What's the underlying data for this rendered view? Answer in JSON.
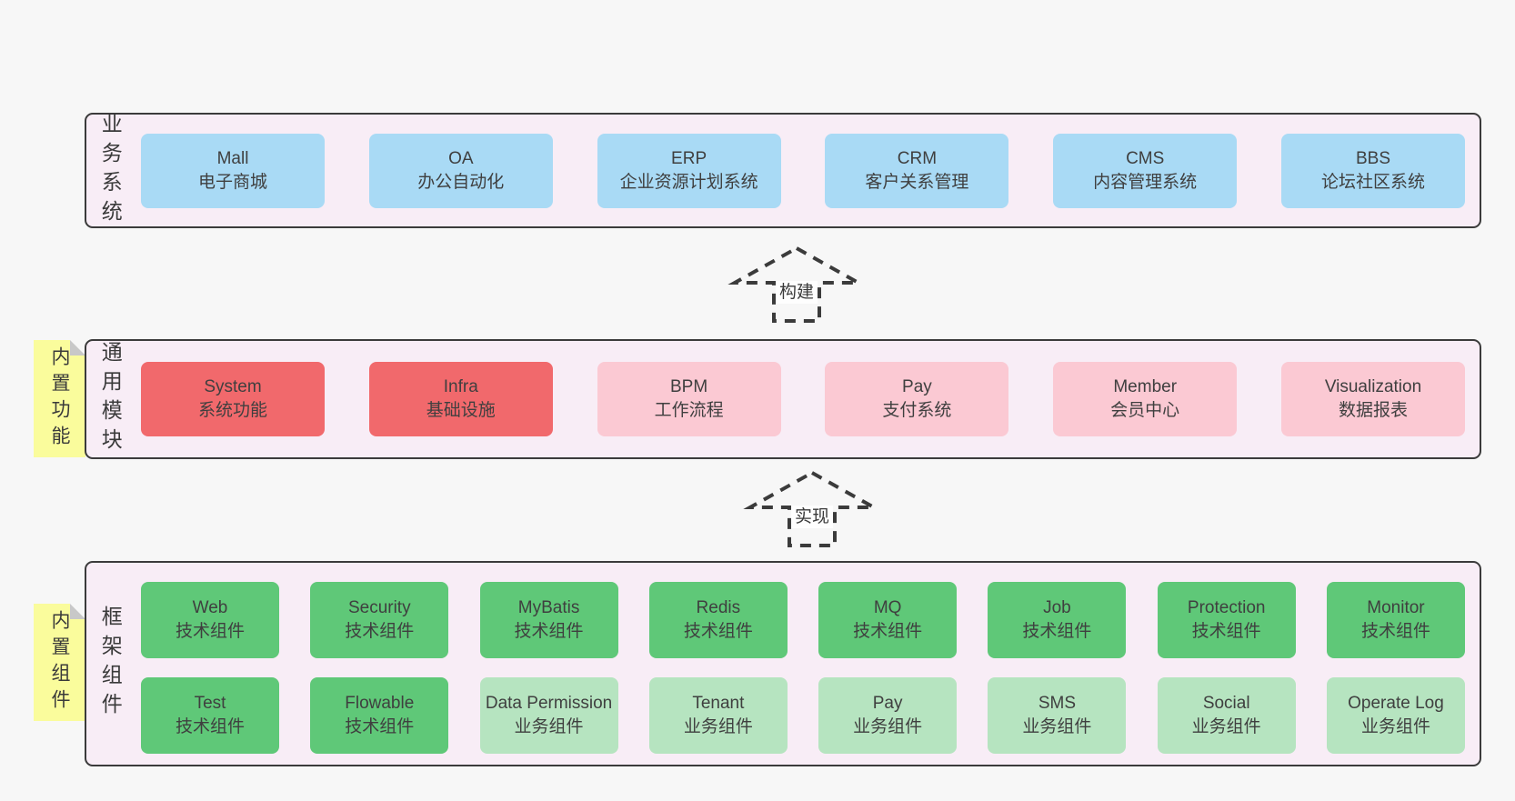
{
  "palette": {
    "page_bg": "#f7f7f7",
    "container_bg": "#f8edf6",
    "container_border": "#3b3b3b",
    "blue": "#a9daf5",
    "red": "#f1696c",
    "pink": "#fbc9d3",
    "green": "#5fc878",
    "lightgreen": "#b6e4c0",
    "note_yellow": "#fafc9c",
    "note_fold": "#c8c8c8",
    "text": "#3b3b3b"
  },
  "arrows": {
    "build": "构建",
    "implement": "实现"
  },
  "layers": {
    "business": {
      "side_label": "业务系统",
      "boxes": [
        {
          "name": "Mall",
          "desc": "电子商城",
          "color": "blue"
        },
        {
          "name": "OA",
          "desc": "办公自动化",
          "color": "blue"
        },
        {
          "name": "ERP",
          "desc": "企业资源计划系统",
          "color": "blue"
        },
        {
          "name": "CRM",
          "desc": "客户关系管理",
          "color": "blue"
        },
        {
          "name": "CMS",
          "desc": "内容管理系统",
          "color": "blue"
        },
        {
          "name": "BBS",
          "desc": "论坛社区系统",
          "color": "blue"
        }
      ]
    },
    "modules": {
      "side_label": "通用模块",
      "note": "内置功能",
      "boxes": [
        {
          "name": "System",
          "desc": "系统功能",
          "color": "red"
        },
        {
          "name": "Infra",
          "desc": "基础设施",
          "color": "red"
        },
        {
          "name": "BPM",
          "desc": "工作流程",
          "color": "pink"
        },
        {
          "name": "Pay",
          "desc": "支付系统",
          "color": "pink"
        },
        {
          "name": "Member",
          "desc": "会员中心",
          "color": "pink"
        },
        {
          "name": "Visualization",
          "desc": "数据报表",
          "color": "pink"
        }
      ]
    },
    "components": {
      "side_label": "框架组件",
      "note": "内置组件",
      "row1": [
        {
          "name": "Web",
          "desc": "技术组件",
          "color": "green"
        },
        {
          "name": "Security",
          "desc": "技术组件",
          "color": "green"
        },
        {
          "name": "MyBatis",
          "desc": "技术组件",
          "color": "green"
        },
        {
          "name": "Redis",
          "desc": "技术组件",
          "color": "green"
        },
        {
          "name": "MQ",
          "desc": "技术组件",
          "color": "green"
        },
        {
          "name": "Job",
          "desc": "技术组件",
          "color": "green"
        },
        {
          "name": "Protection",
          "desc": "技术组件",
          "color": "green"
        },
        {
          "name": "Monitor",
          "desc": "技术组件",
          "color": "green"
        }
      ],
      "row2": [
        {
          "name": "Test",
          "desc": "技术组件",
          "color": "green"
        },
        {
          "name": "Flowable",
          "desc": "技术组件",
          "color": "green"
        },
        {
          "name": "Data Permission",
          "desc": "业务组件",
          "color": "lightgreen"
        },
        {
          "name": "Tenant",
          "desc": "业务组件",
          "color": "lightgreen"
        },
        {
          "name": "Pay",
          "desc": "业务组件",
          "color": "lightgreen"
        },
        {
          "name": "SMS",
          "desc": "业务组件",
          "color": "lightgreen"
        },
        {
          "name": "Social",
          "desc": "业务组件",
          "color": "lightgreen"
        },
        {
          "name": "Operate Log",
          "desc": "业务组件",
          "color": "lightgreen"
        }
      ]
    }
  }
}
